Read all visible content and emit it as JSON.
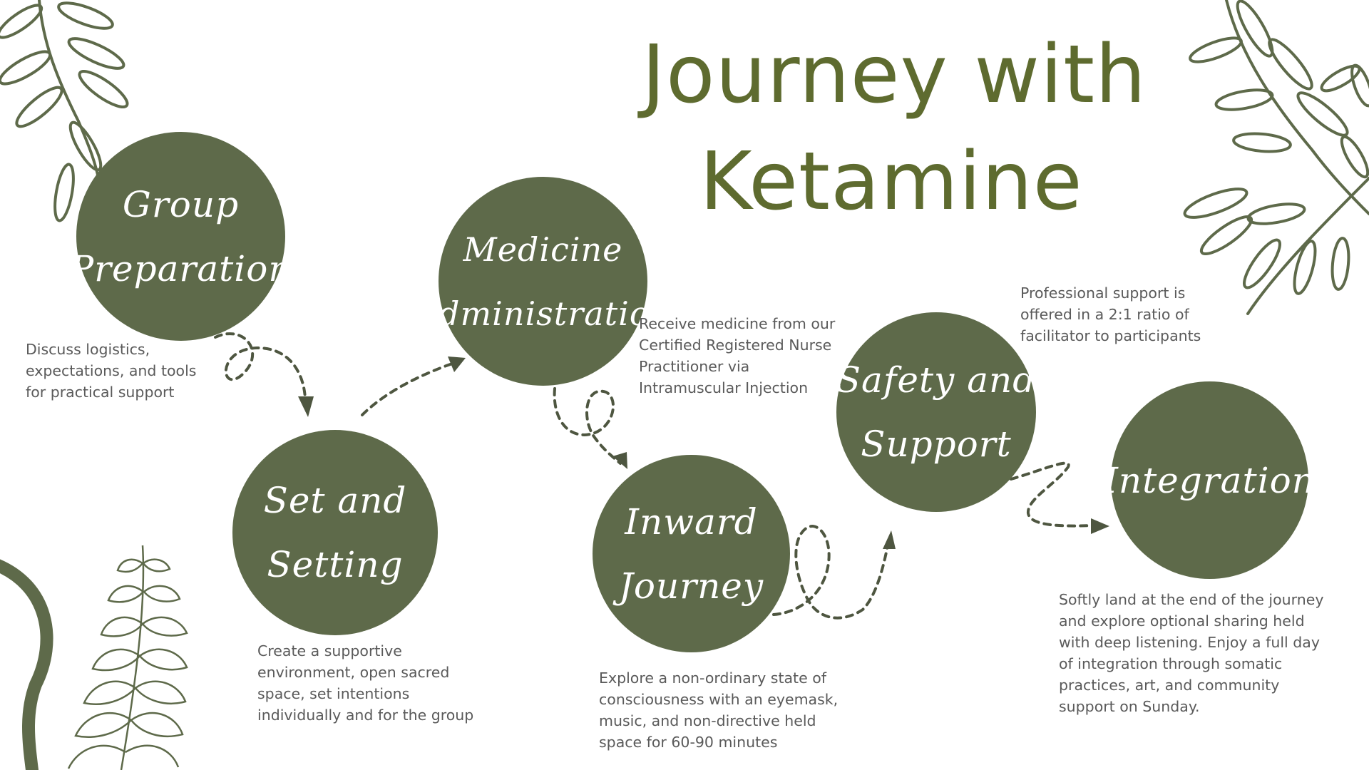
{
  "title": {
    "line1": "Journey with",
    "line2": "Ketamine"
  },
  "steps": [
    {
      "line1": "Group",
      "line2": "Preparation",
      "desc": [
        "Discuss logistics,",
        "expectations, and tools",
        "for practical support"
      ]
    },
    {
      "line1": "Set and",
      "line2": "Setting",
      "desc": [
        "Create a supportive",
        "environment, open sacred",
        "space, set intentions",
        "individually and for the group"
      ]
    },
    {
      "line1": "Medicine",
      "line2": "Administration",
      "desc": [
        "Receive medicine from our",
        "Certified Registered Nurse",
        "Practitioner via",
        "Intramuscular Injection"
      ]
    },
    {
      "line1": "Inward",
      "line2": "Journey",
      "desc": [
        "Explore a non-ordinary state of",
        "consciousness with an eyemask,",
        "music, and non-directive held",
        "space for 60-90 minutes"
      ]
    },
    {
      "line1": "Safety and",
      "line2": "Support",
      "desc": [
        "Professional support is",
        "offered in a 2:1 ratio of",
        "facilitator to participants"
      ]
    },
    {
      "line1": "Integration",
      "line2": "",
      "desc": [
        "Softly land at the end of the journey",
        "and explore optional sharing held",
        "with deep listening. Enjoy a full day",
        "of integration through somatic",
        "practices, art, and community",
        "support on Sunday."
      ]
    }
  ],
  "colors": {
    "circle": "#5e6a4a",
    "title": "#5e6b2f",
    "text": "#5a5a5a",
    "arrow": "#4e5640",
    "leaf": "#5e6a4a"
  },
  "decorations": [
    "fern-icon",
    "leaf-sprig-icon",
    "curved-stem-icon"
  ]
}
